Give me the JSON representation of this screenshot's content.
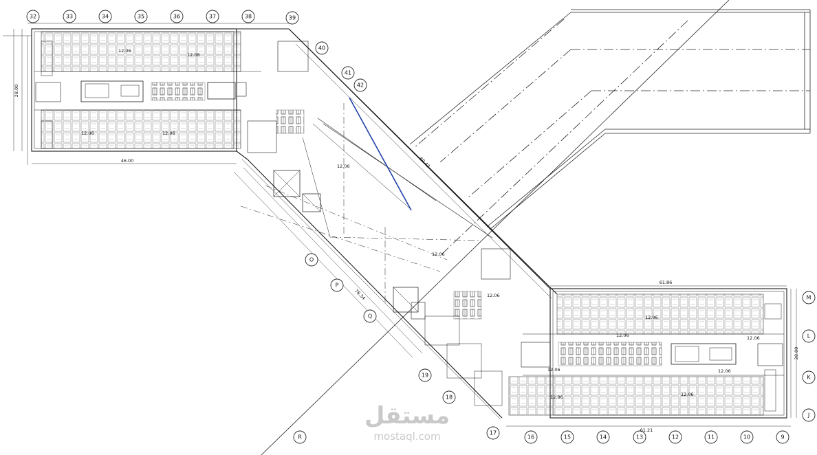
{
  "grid_top": [
    "32",
    "33",
    "34",
    "35",
    "36",
    "37",
    "38",
    "39",
    "40",
    "41",
    "42"
  ],
  "grid_bottom": [
    "17",
    "16",
    "15",
    "14",
    "13",
    "12",
    "11",
    "10",
    "9"
  ],
  "grid_right": [
    "M",
    "L",
    "K",
    "J"
  ],
  "grid_diag": [
    "O",
    "P",
    "Q",
    "R",
    "18",
    "19"
  ],
  "levels": [
    "12.06",
    "12.06",
    "12.06",
    "12.06",
    "12.06",
    "12.06",
    "12.06",
    "12.06",
    "12.06",
    "12.06",
    "12.06",
    "12.06",
    "12.06",
    "12.06"
  ],
  "dims": {
    "top_length": "46.00",
    "left_depth": "28.00",
    "right_depth": "28.00",
    "right_top": "61.86",
    "right_bottom": "61.21",
    "diag_outer": "78.34",
    "diag_inner": "69.43"
  },
  "watermark": {
    "arabic": "مستقل",
    "latin": "mostaql.com"
  },
  "colors": {
    "line": "#1a1a1a",
    "accent": "#1f3fa8"
  }
}
